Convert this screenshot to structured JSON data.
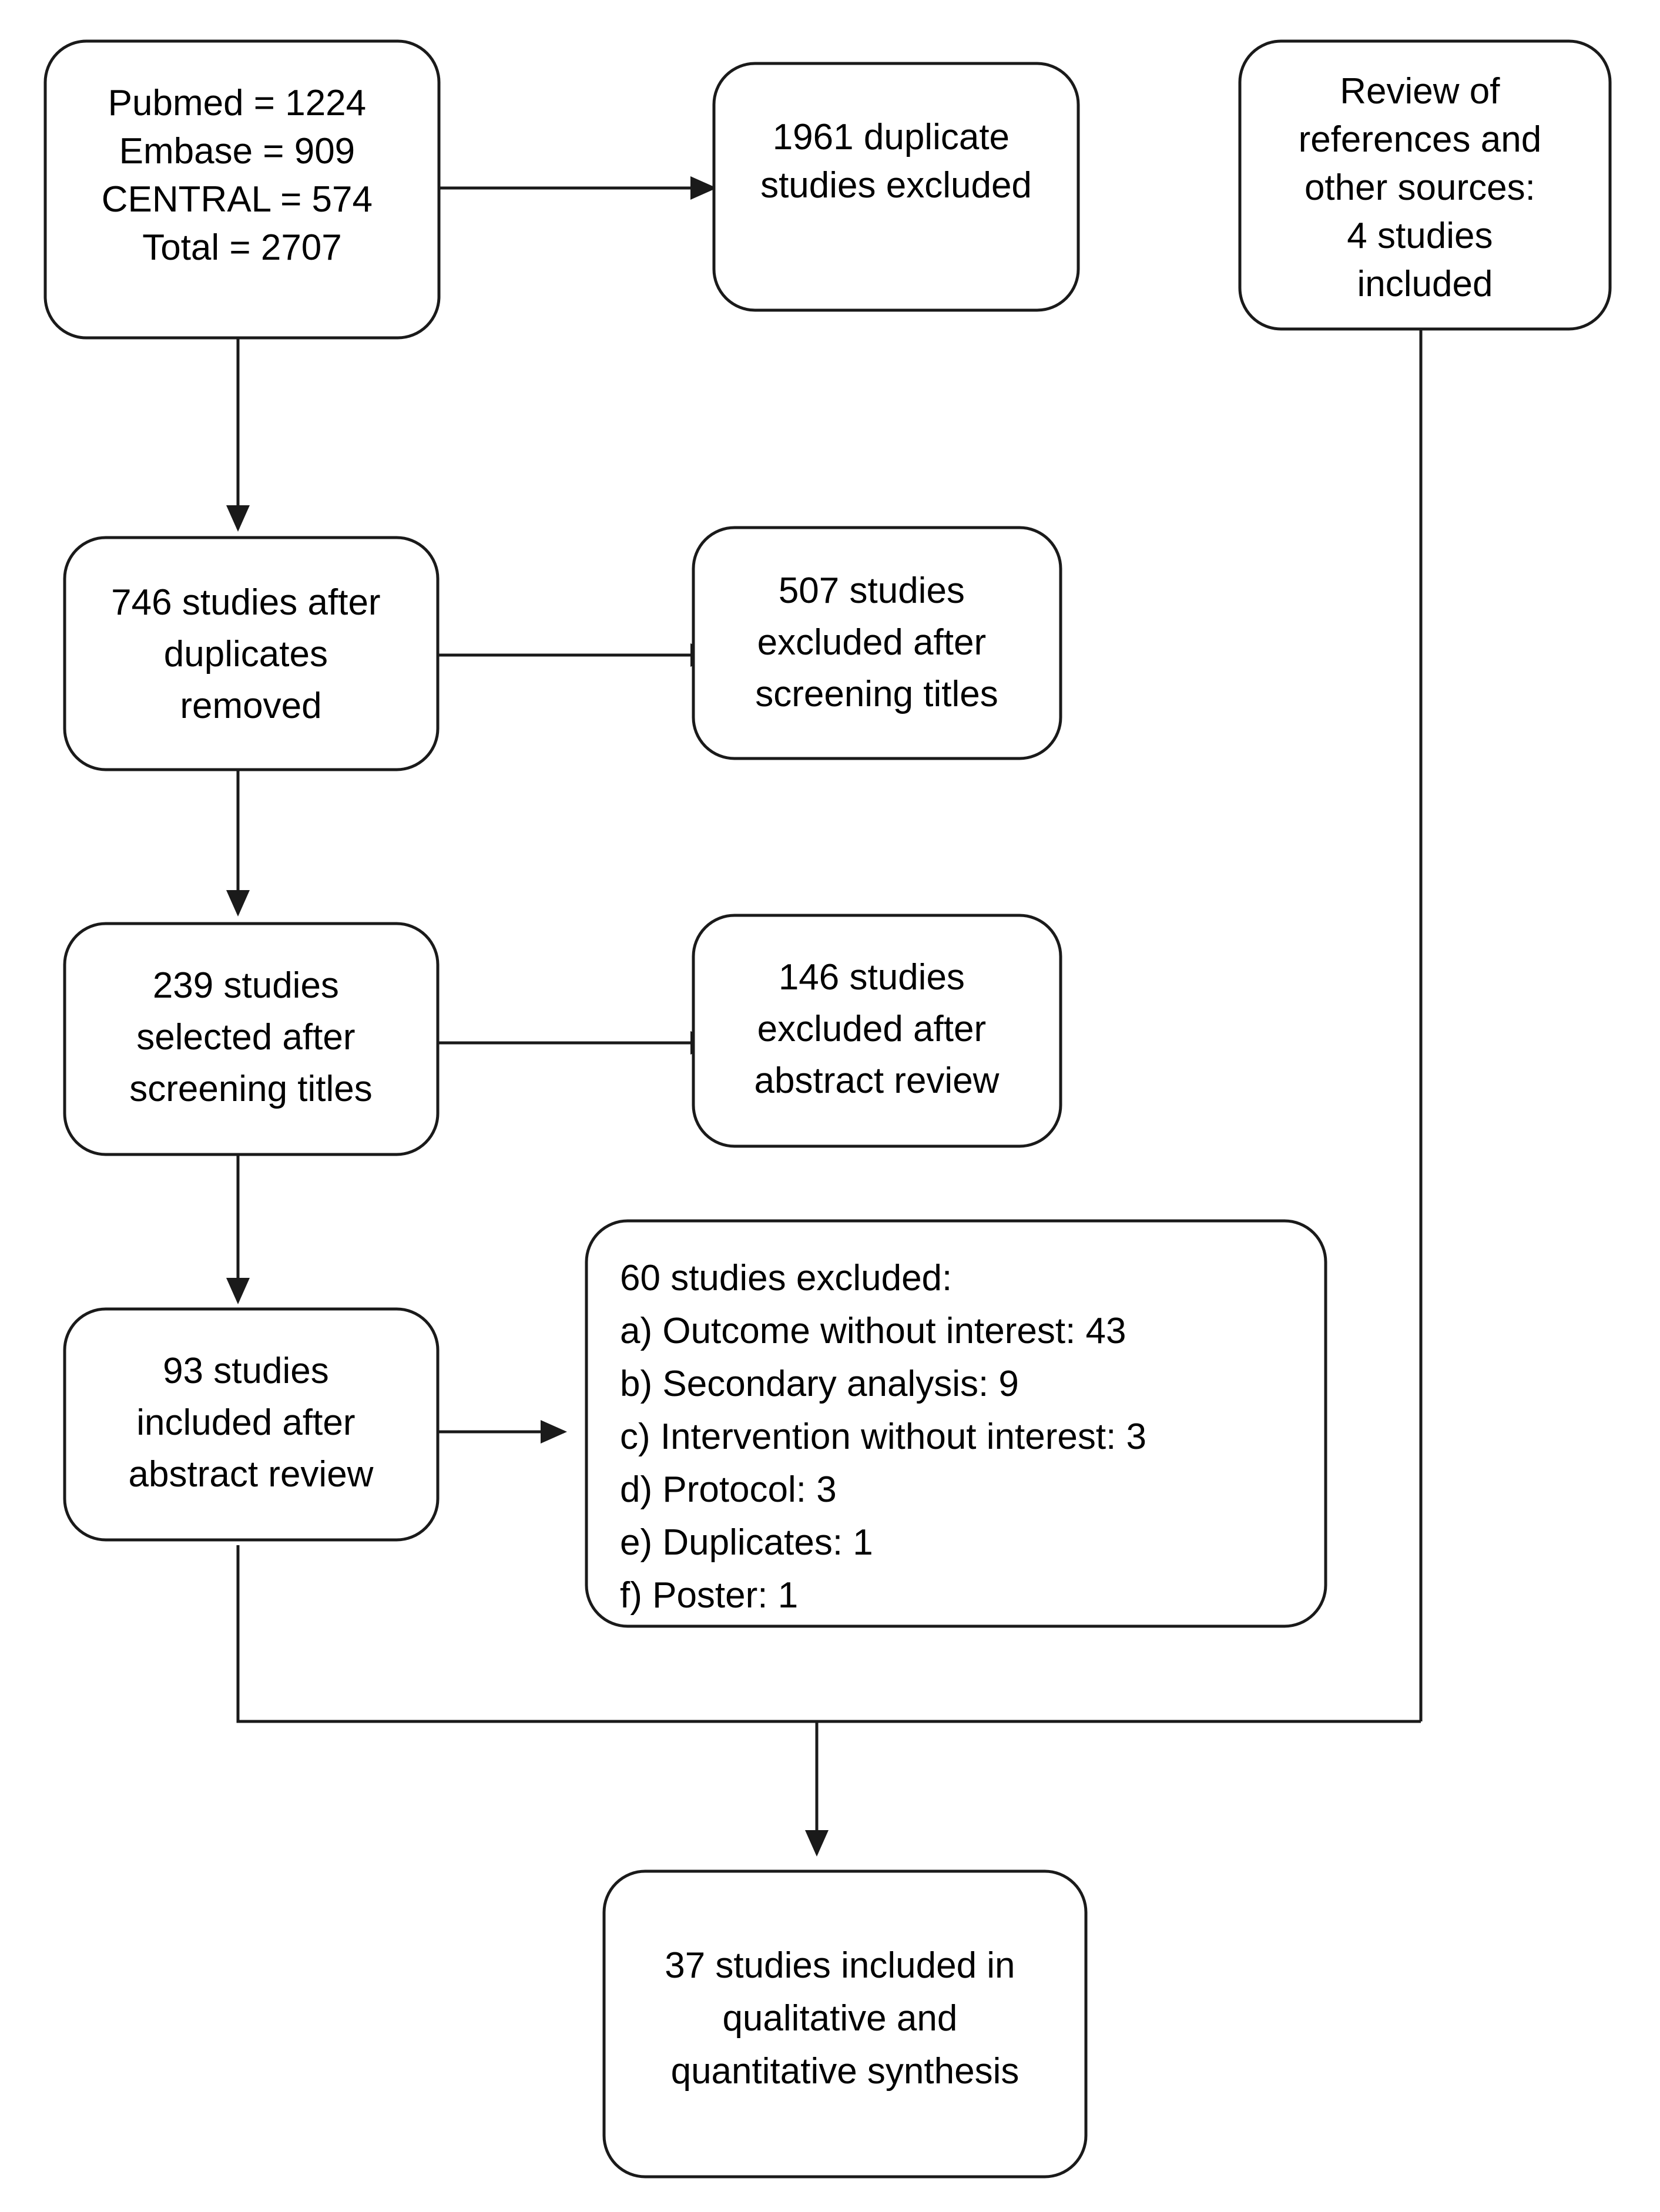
{
  "diagram": {
    "title": "PRISMA study selection flow diagram",
    "type": "flowchart",
    "accent_color": "#1a1a1a",
    "background_color": "#ffffff",
    "nodes": {
      "sources": {
        "name": "database-search-results",
        "lines": [
          "Pubmed = 1224",
          "Embase = 909",
          "CENTRAL = 574",
          "Total = 2707"
        ]
      },
      "duplicates_excluded": {
        "name": "duplicate-studies-excluded",
        "lines": [
          "1961 duplicate",
          "studies excluded"
        ]
      },
      "other_sources": {
        "name": "other-sources-included",
        "lines": [
          "Review of",
          "references and",
          "other sources:",
          "4 studies",
          "included"
        ]
      },
      "after_duplicates": {
        "name": "studies-after-duplicates-removed",
        "lines": [
          "746 studies after",
          "duplicates",
          "removed"
        ]
      },
      "title_screen_excluded": {
        "name": "excluded-after-title-screening",
        "lines": [
          "507 studies",
          "excluded after",
          "screening titles"
        ]
      },
      "selected_after_titles": {
        "name": "selected-after-title-screening",
        "lines": [
          "239 studies",
          "selected after",
          "screening titles"
        ]
      },
      "abstract_excluded": {
        "name": "excluded-after-abstract-review",
        "lines": [
          "146 studies",
          "excluded after",
          "abstract review"
        ]
      },
      "included_after_abstract": {
        "name": "included-after-abstract-review",
        "lines": [
          "93 studies",
          "included after",
          "abstract review"
        ]
      },
      "fulltext_excluded": {
        "name": "full-text-exclusion-reasons",
        "lines": [
          "60 studies excluded:",
          "a) Outcome without interest: 43",
          "b) Secondary analysis: 9",
          "c) Intervention without interest: 3",
          "d) Protocol: 3",
          "e) Duplicates: 1",
          "f) Poster: 1"
        ]
      },
      "final_included": {
        "name": "studies-included-in-synthesis",
        "lines": [
          "37 studies included in",
          "qualitative and",
          "quantitative synthesis"
        ]
      }
    },
    "counts": {
      "pubmed": 1224,
      "embase": 909,
      "central": 574,
      "total_identified": 2707,
      "duplicates_excluded": 1961,
      "after_duplicates_removed": 746,
      "excluded_after_titles": 507,
      "selected_after_titles": 239,
      "excluded_after_abstracts": 146,
      "included_after_abstracts": 93,
      "full_text_excluded": 60,
      "full_text_excluded_reasons": {
        "outcome_without_interest": 43,
        "secondary_analysis": 9,
        "intervention_without_interest": 3,
        "protocol": 3,
        "duplicates": 1,
        "poster": 1
      },
      "other_sources_included": 4,
      "final_included": 37
    }
  }
}
